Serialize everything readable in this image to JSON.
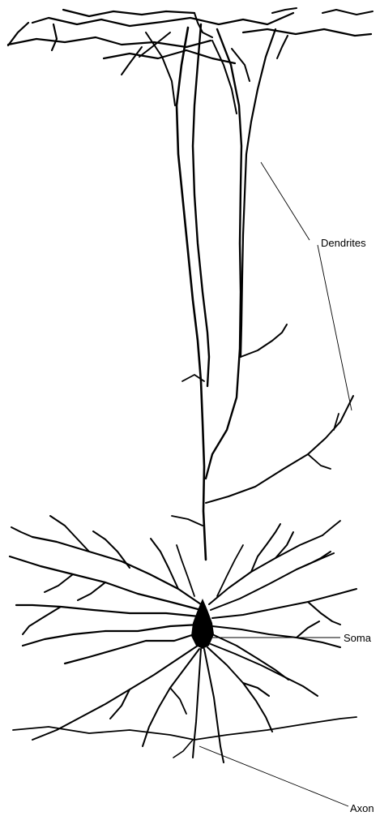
{
  "figure": {
    "labels": {
      "dendrites": "Dendrites",
      "soma": "Soma",
      "axon": "Axon"
    }
  },
  "colors": {
    "ink": "#000000",
    "background": "#ffffff"
  }
}
